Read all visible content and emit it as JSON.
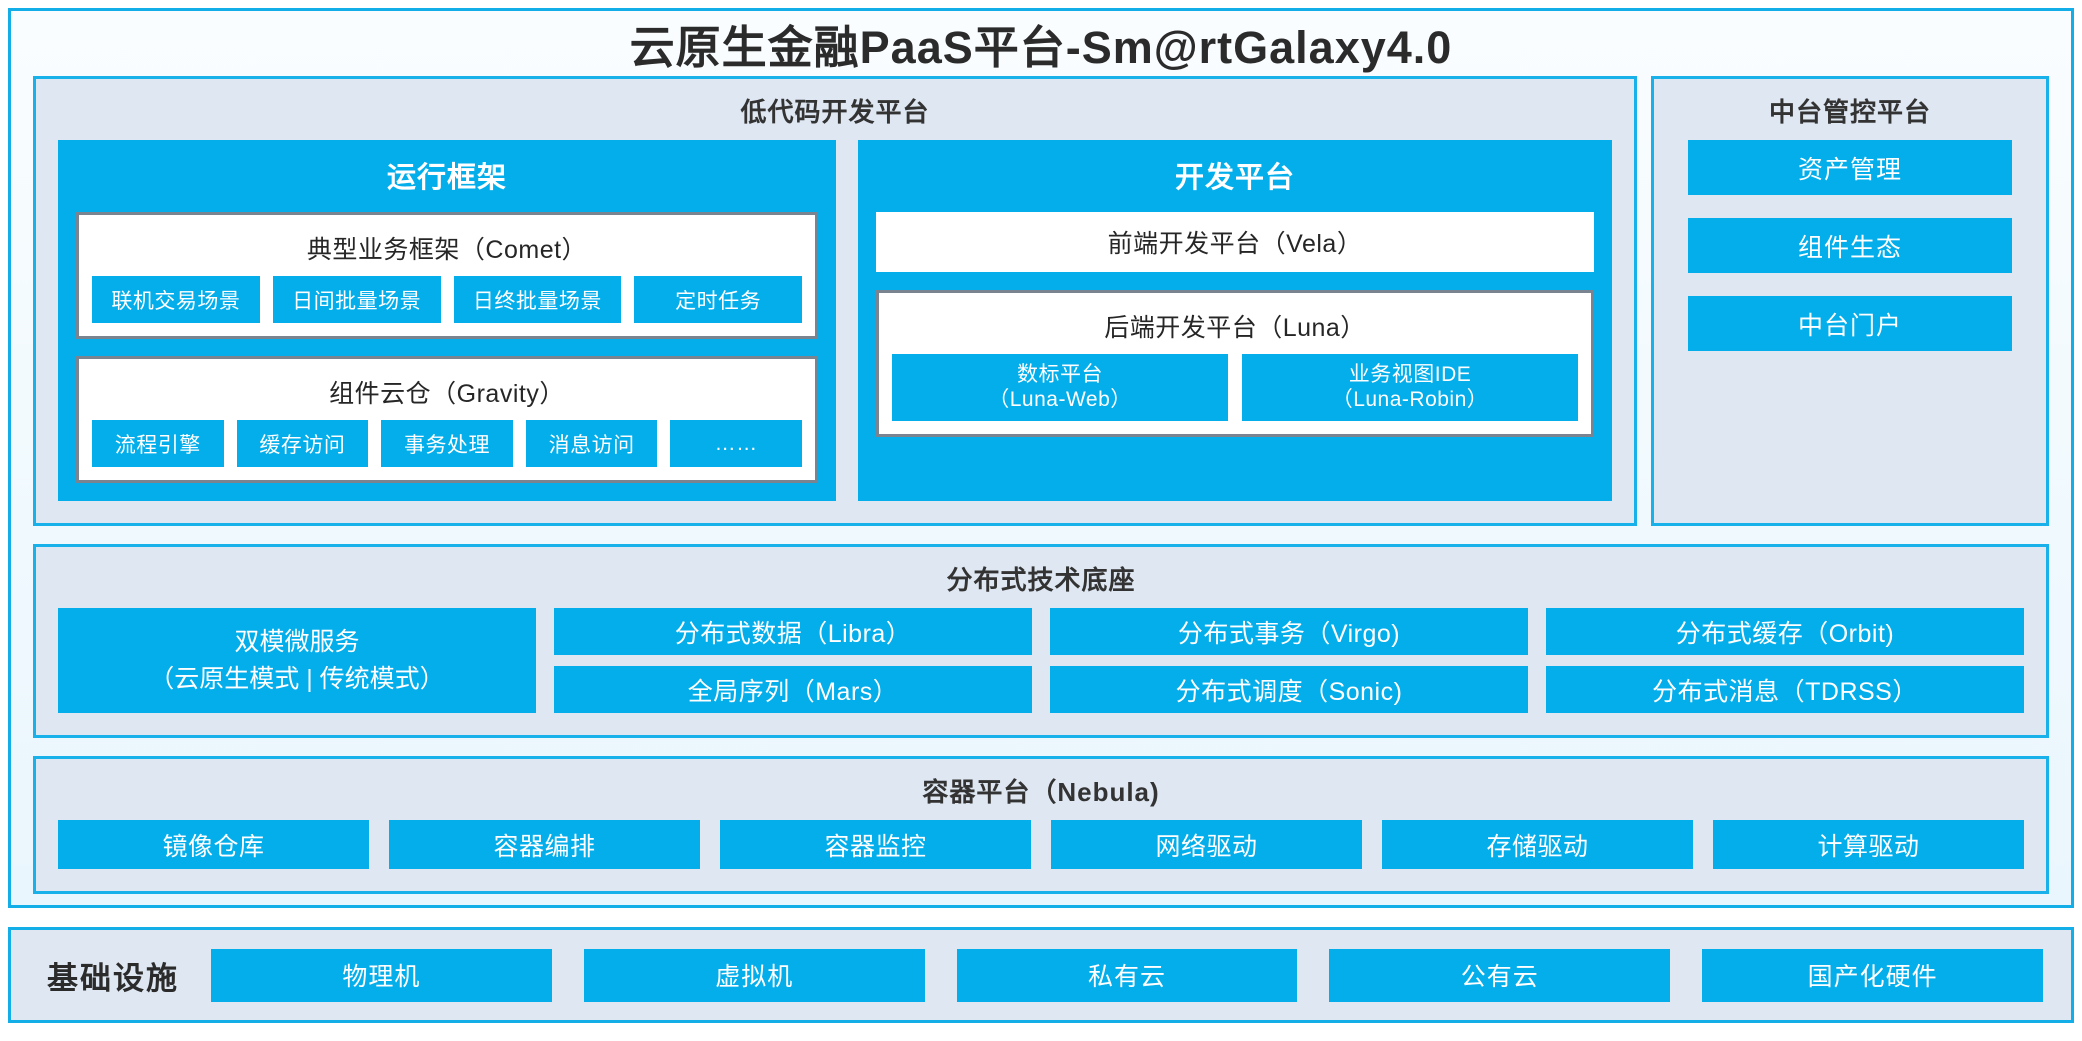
{
  "title": "云原生金融PaaS平台-Sm@rtGalaxy4.0",
  "colors": {
    "accent_blue": "#04AEEB",
    "frame_blue": "#13AEE8",
    "panel_bg": "#DEE7F2",
    "inner_border_grey": "#7A8491",
    "text_dark": "#2b2b2b",
    "white": "#FFFFFF"
  },
  "lowcode": {
    "title": "低代码开发平台",
    "runtime": {
      "title": "运行框架",
      "comet": {
        "title": "典型业务框架（Comet）",
        "items": [
          "联机交易场景",
          "日间批量场景",
          "日终批量场景",
          "定时任务"
        ]
      },
      "gravity": {
        "title": "组件云仓（Gravity）",
        "items": [
          "流程引擎",
          "缓存访问",
          "事务处理",
          "消息访问",
          "……"
        ]
      }
    },
    "devplatform": {
      "title": "开发平台",
      "vela": "前端开发平台（Vela）",
      "luna": {
        "title": "后端开发平台（Luna）",
        "items": [
          {
            "name": "数标平台",
            "sub": "（Luna-Web）"
          },
          {
            "name": "业务视图IDE",
            "sub": "（Luna-Robin）"
          }
        ]
      }
    }
  },
  "management": {
    "title": "中台管控平台",
    "items": [
      "资产管理",
      "组件生态",
      "中台门户"
    ]
  },
  "tech": {
    "title": "分布式技术底座",
    "dual_mode": {
      "line1": "双模微服务",
      "line2": "（云原生模式 | 传统模式）"
    },
    "columns": [
      {
        "items": [
          "分布式数据（Libra）",
          "全局序列（Mars）"
        ]
      },
      {
        "items": [
          "分布式事务（Virgo)",
          "分布式调度（Sonic)"
        ]
      },
      {
        "items": [
          "分布式缓存（Orbit)",
          "分布式消息（TDRSS）"
        ]
      }
    ]
  },
  "container": {
    "title": "容器平台（Nebula)",
    "items": [
      "镜像仓库",
      "容器编排",
      "容器监控",
      "网络驱动",
      "存储驱动",
      "计算驱动"
    ]
  },
  "infrastructure": {
    "label": "基础设施",
    "items": [
      "物理机",
      "虚拟机",
      "私有云",
      "公有云",
      "国产化硬件"
    ]
  }
}
